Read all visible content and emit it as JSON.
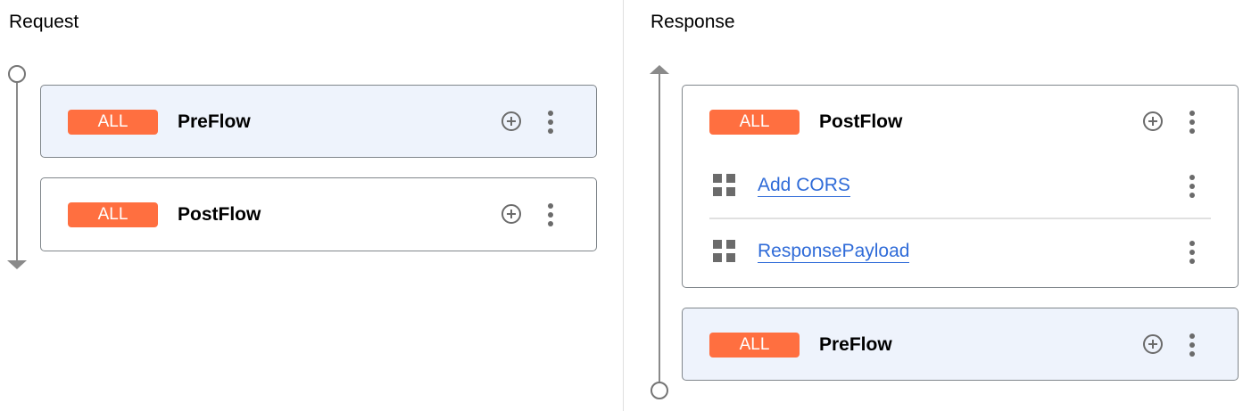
{
  "request": {
    "title": "Request",
    "flows": [
      {
        "badge": "ALL",
        "name": "PreFlow",
        "highlighted": true
      },
      {
        "badge": "ALL",
        "name": "PostFlow",
        "highlighted": false
      }
    ]
  },
  "response": {
    "title": "Response",
    "flows": [
      {
        "badge": "ALL",
        "name": "PostFlow",
        "highlighted": false,
        "steps": [
          "Add CORS",
          "ResponsePayload"
        ]
      },
      {
        "badge": "ALL",
        "name": "PreFlow",
        "highlighted": true
      }
    ]
  },
  "colors": {
    "badge": "#ff6f40",
    "highlight": "#eef3fc",
    "link": "#2f6bd8"
  }
}
